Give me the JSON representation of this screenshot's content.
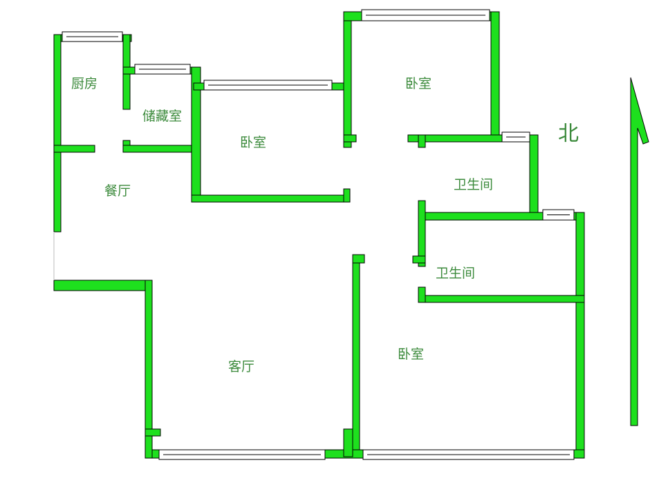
{
  "plan": {
    "rooms": [
      {
        "name": "kitchen",
        "label": "厨房"
      },
      {
        "name": "storage",
        "label": "储藏室"
      },
      {
        "name": "bedroom-middle",
        "label": "卧室"
      },
      {
        "name": "bedroom-north-east",
        "label": "卧室"
      },
      {
        "name": "bathroom-upper",
        "label": "卫生间"
      },
      {
        "name": "dining",
        "label": "餐厅"
      },
      {
        "name": "bathroom-lower",
        "label": "卫生间"
      },
      {
        "name": "living",
        "label": "客厅"
      },
      {
        "name": "bedroom-south-east",
        "label": "卧室"
      }
    ],
    "north_label": "北",
    "wall_color": "#1ee01e",
    "label_color": "#3b8a3b"
  }
}
